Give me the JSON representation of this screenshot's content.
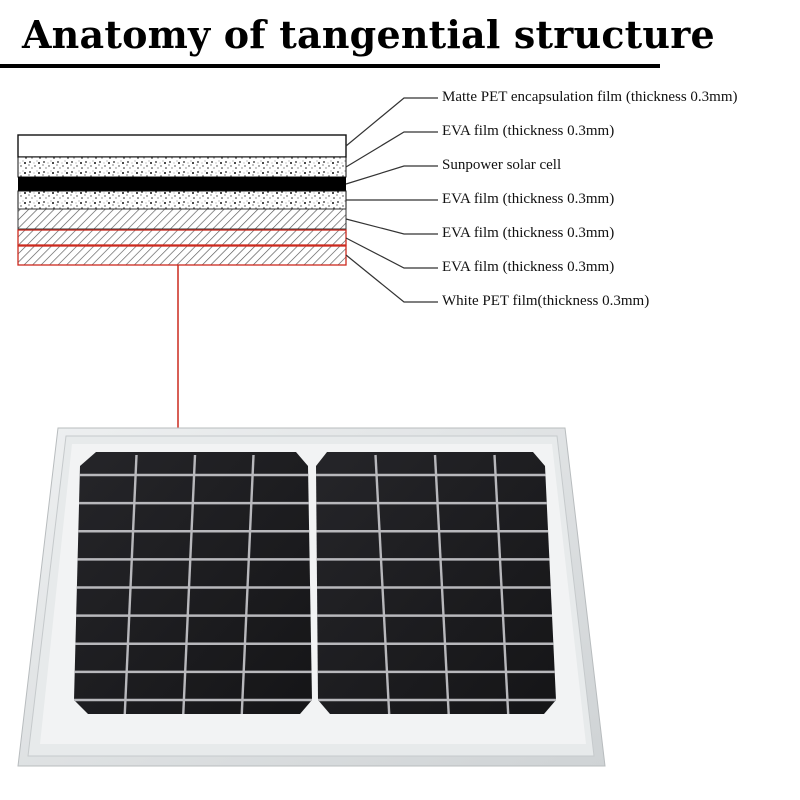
{
  "title": "Anatomy of tangential structure",
  "layers": [
    {
      "label": "Matte PET encapsulation film (thickness 0.3mm)",
      "texture": "plain"
    },
    {
      "label": "EVA film (thickness 0.3mm)",
      "texture": "speckled"
    },
    {
      "label": "Sunpower solar cell",
      "texture": "solid-black"
    },
    {
      "label": "EVA film (thickness 0.3mm)",
      "texture": "speckled"
    },
    {
      "label": "EVA film (thickness 0.3mm)",
      "texture": "hatched"
    },
    {
      "label": "EVA film (thickness 0.3mm)",
      "texture": "hatched-red-outline"
    },
    {
      "label": "White PET film(thickness 0.3mm)",
      "texture": "hatched-red-outline"
    }
  ],
  "colors": {
    "title": "#000000",
    "leader_line": "#333333",
    "connector": "#cc2a1e",
    "frame": "#d9dcdd",
    "cell": "#1c1c1e",
    "grid": "#b8b8bc"
  }
}
